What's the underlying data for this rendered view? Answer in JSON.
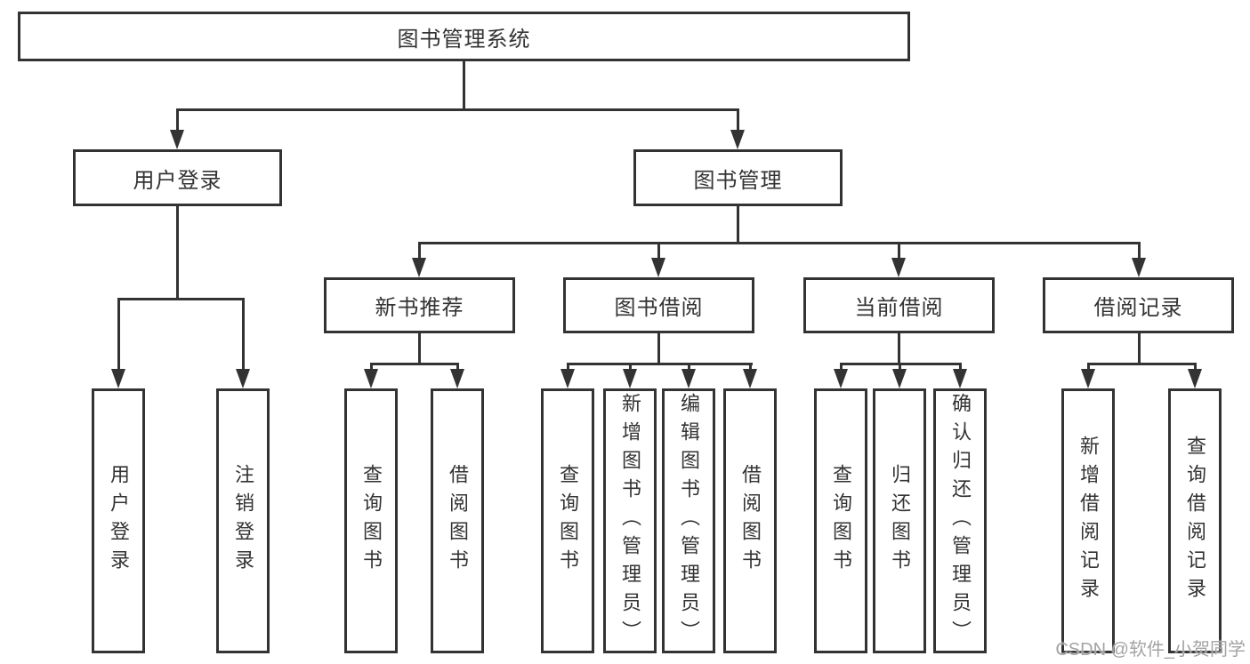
{
  "colors": {
    "line": "#333333",
    "text": "#333333",
    "box_background": "#ffffff",
    "watermark": "#a3a3a3"
  },
  "nodes": {
    "root": {
      "label": "图书管理系统"
    },
    "level2": [
      {
        "label": "用户登录"
      },
      {
        "label": "图书管理"
      }
    ],
    "level3": [
      {
        "label": "新书推荐"
      },
      {
        "label": "图书借阅"
      },
      {
        "label": "当前借阅"
      },
      {
        "label": "借阅记录"
      }
    ],
    "level4": [
      {
        "label": "用户登录"
      },
      {
        "label": "注销登录"
      },
      {
        "label": "查询图书"
      },
      {
        "label": "借阅图书"
      },
      {
        "label": "查询图书"
      },
      {
        "label": "新增图书（管理员）"
      },
      {
        "label": "编辑图书（管理员）"
      },
      {
        "label": "借阅图书"
      },
      {
        "label": "查询图书"
      },
      {
        "label": "归还图书"
      },
      {
        "label": "确认归还（管理员）"
      },
      {
        "label": "新增借阅记录"
      },
      {
        "label": "查询借阅记录"
      }
    ]
  },
  "watermark": {
    "text": "CSDN @软件_小贺同学"
  }
}
